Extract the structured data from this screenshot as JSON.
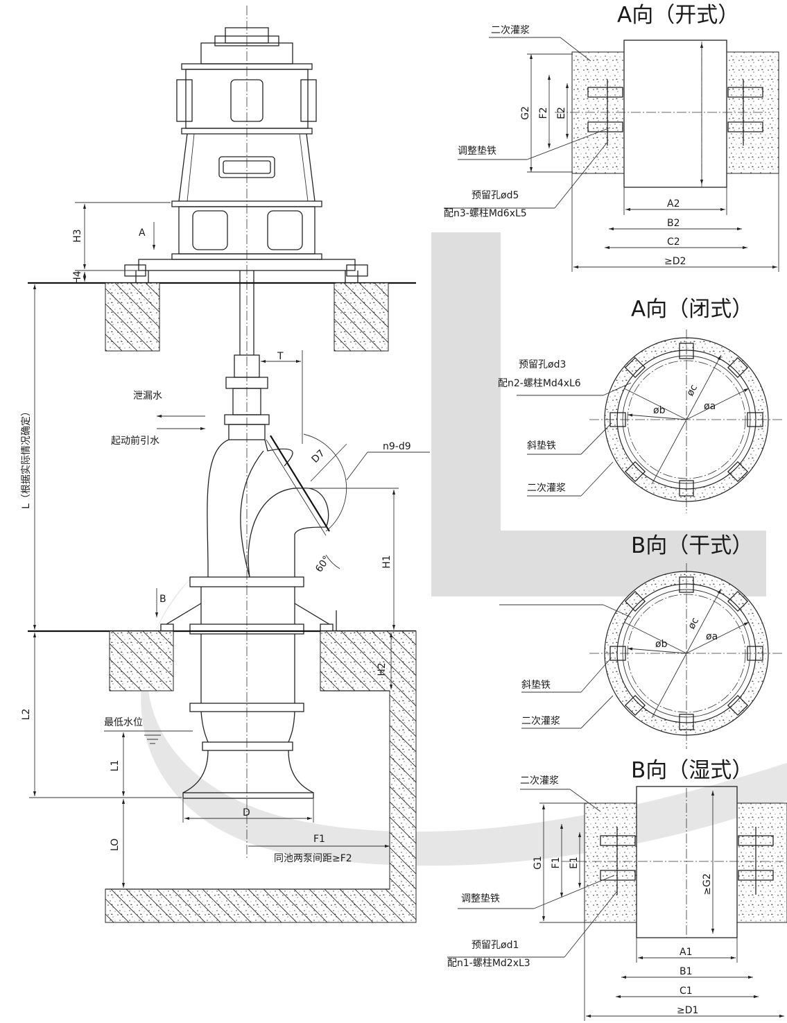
{
  "titles": {
    "a_open": "A向（开式）",
    "a_closed": "A向（闭式）",
    "b_dry": "B向（干式）",
    "b_wet": "B向（湿式）"
  },
  "main": {
    "leak_water": "泄漏水",
    "priming_water": "起动前引水",
    "dim_L": "L（根据实际情况确定）",
    "dim_L2": "L2",
    "dim_L1": "L1",
    "dim_LO": "LO",
    "dim_H1": "H1",
    "dim_H2": "H2",
    "dim_H3": "H3",
    "dim_H4": "H4",
    "dim_T": "T",
    "dim_D": "D",
    "dim_D7": "D7",
    "dim_F1": "F1",
    "flange_holes": "n9-d9",
    "angle": "60°",
    "view_A": "A",
    "view_B": "B",
    "min_water_level": "最低水位",
    "pump_spacing": "同池两泵间距≥F2"
  },
  "a_open": {
    "grout": "二次灌浆",
    "shim": "调整垫铁",
    "hole": "预留孔ød5",
    "bolt": "配n3-螺柱Md6xL5",
    "G2": "G2",
    "F2": "F2",
    "E2": "E2",
    "A2": "A2",
    "B2": "B2",
    "C2": "C2",
    "D2": "≥D2"
  },
  "a_closed": {
    "hole": "预留孔ød3",
    "bolt": "配n2-螺柱Md4xL6",
    "wedge": "斜垫铁",
    "grout": "二次灌浆",
    "phi_a": "øa",
    "phi_b": "øb",
    "phi_c": "øc"
  },
  "b_dry": {
    "wedge": "斜垫铁",
    "grout": "二次灌浆",
    "phi_a": "øa",
    "phi_b": "øb",
    "phi_c": "øc"
  },
  "b_wet": {
    "grout": "二次灌浆",
    "shim": "调整垫铁",
    "hole": "预留孔ød1",
    "bolt": "配n1-螺柱Md2xL3",
    "G1": "G1",
    "F1": "F1",
    "E1": "E1",
    "G2": "≥G2",
    "A1": "A1",
    "B1": "B1",
    "C1": "C1",
    "D1": "≥D1"
  }
}
